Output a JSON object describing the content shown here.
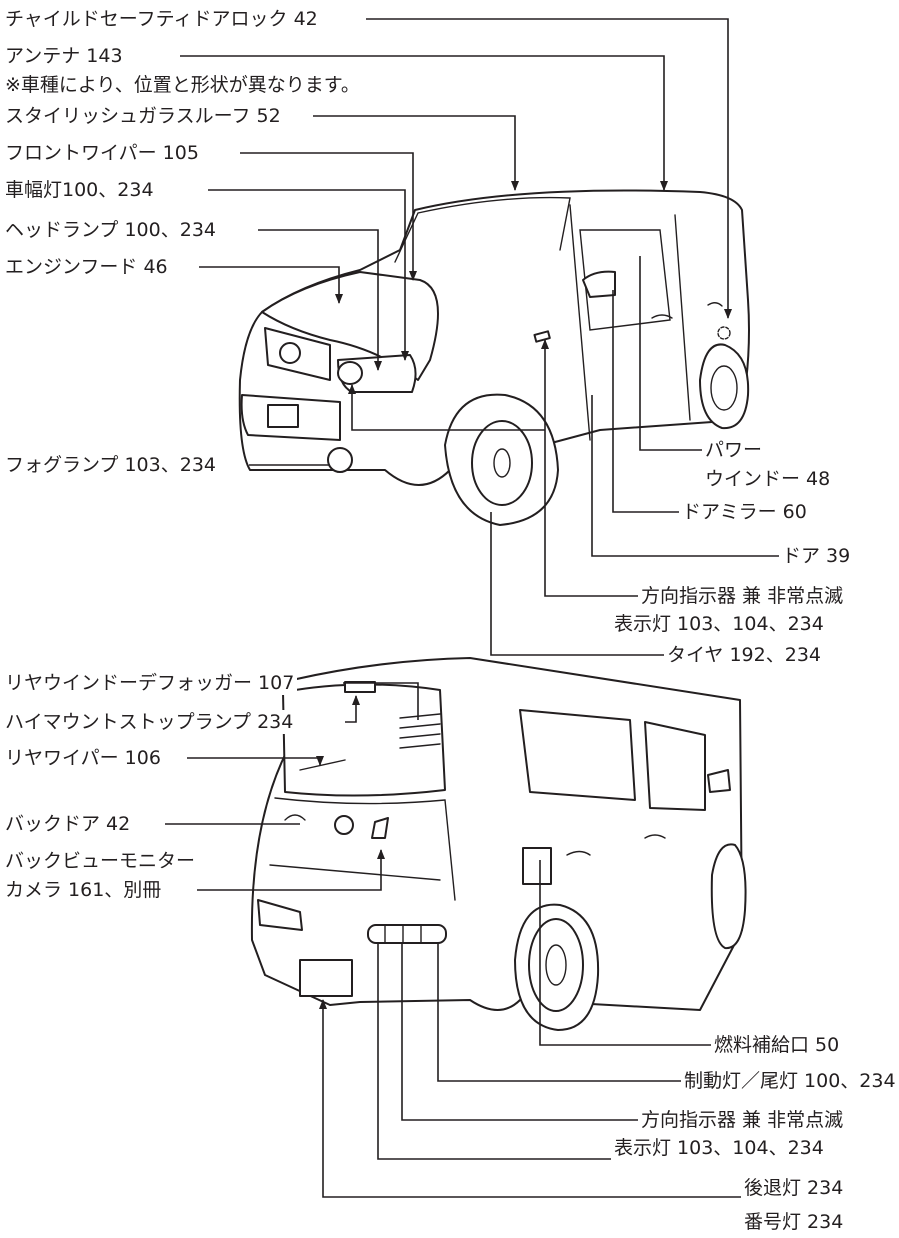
{
  "front": {
    "child_lock": "チャイルドセーフティドアロック 42",
    "antenna": "アンテナ 143",
    "antenna_note": "※車種により、位置と形状が異なります。",
    "glass_roof": "スタイリッシュガラスルーフ 52",
    "front_wiper": "フロントワイパー 105",
    "side_lamp": "車幅灯100、234",
    "headlamp": "ヘッドランプ 100、234",
    "hood": "エンジンフード 46",
    "fog_lamp": "フォグランプ 103、234",
    "power_window_1": "パワー",
    "power_window_2": "ウインドー 48",
    "door_mirror": "ドアミラー 60",
    "door": "ドア 39",
    "turn_signal_1": "方向指示器 兼 非常点滅",
    "turn_signal_2": "表示灯 103、104、234",
    "tire": "タイヤ 192、234"
  },
  "rear": {
    "defogger": "リヤウインドーデフォッガー 107",
    "high_mount": "ハイマウントストップランプ 234",
    "rear_wiper": "リヤワイパー 106",
    "back_door": "バックドア 42",
    "camera_1": "バックビューモニター",
    "camera_2": "カメラ 161、別冊",
    "fuel_lid": "燃料補給口 50",
    "brake_tail": "制動灯／尾灯 100、234",
    "turn_signal_1": "方向指示器 兼 非常点滅",
    "turn_signal_2": "表示灯 103、104、234",
    "reverse": "後退灯 234",
    "plate_lamp": "番号灯 234"
  }
}
